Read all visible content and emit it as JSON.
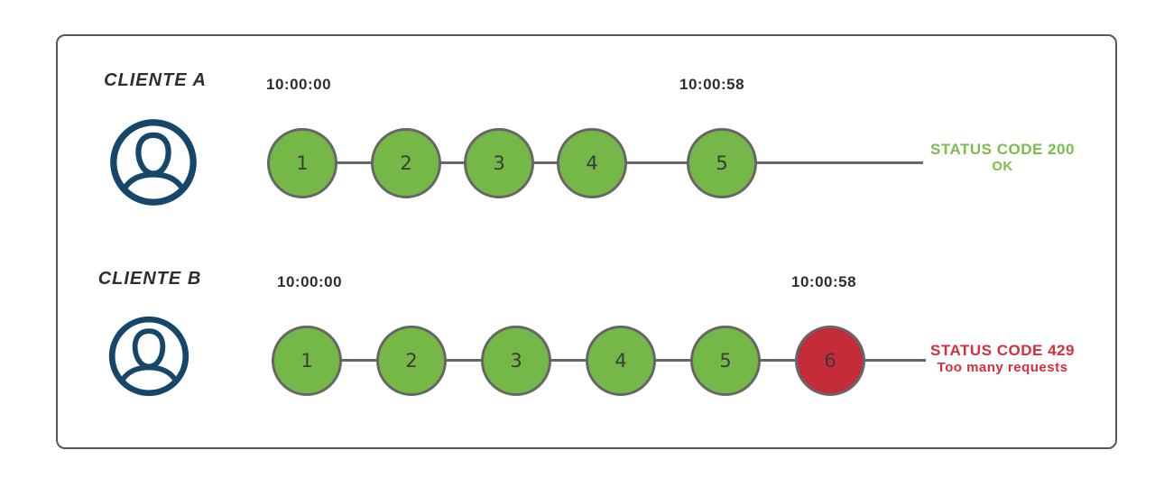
{
  "colors": {
    "green": "#76b847",
    "red": "#c62b39",
    "status-green": "#7abd4d",
    "status-red": "#d62e3c",
    "navy": "#16476b",
    "line": "#666666",
    "box-border": "#575757",
    "text-dark": "#2e2e2e",
    "num": "#3b3b3b"
  },
  "clients": [
    {
      "name": "CLIENTE A",
      "start_time": "10:00:00",
      "end_time": "10:00:58",
      "requests": [
        "1",
        "2",
        "3",
        "4",
        "5"
      ],
      "status_line1": "STATUS CODE 200",
      "status_line2": "OK"
    },
    {
      "name": "CLIENTE B",
      "start_time": "10:00:00",
      "end_time": "10:00:58",
      "requests": [
        "1",
        "2",
        "3",
        "4",
        "5",
        "6"
      ],
      "status_line1": "STATUS CODE 429",
      "status_line2": "Too many requests"
    }
  ]
}
